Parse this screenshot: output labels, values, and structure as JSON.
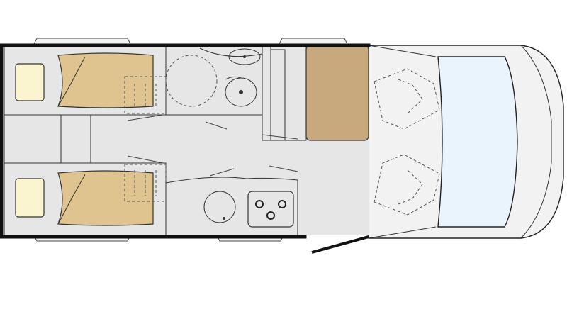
{
  "colors": {
    "wall": "#111111",
    "floor": "#e6e6e6",
    "bed": "#f3e2b6",
    "bed_cover": "#dfc48f",
    "pillow": "#fbf5cf",
    "wood": "#c8a97e",
    "wood_light": "#e3c9a0",
    "bathroom": "#c9d8ec",
    "accent_strip": "#d4907a",
    "cab": "#f2f2f2",
    "windshield": "#eaf4fc"
  },
  "zones": [
    {
      "id": "rear-bed-top",
      "kind": "bed"
    },
    {
      "id": "rear-bed-bottom",
      "kind": "bed"
    },
    {
      "id": "bathroom",
      "kind": "wet-room"
    },
    {
      "id": "wardrobe",
      "kind": "storage"
    },
    {
      "id": "fridge",
      "kind": "storage"
    },
    {
      "id": "kitchen",
      "kind": "kitchen"
    },
    {
      "id": "cab",
      "kind": "driver-cab"
    }
  ]
}
